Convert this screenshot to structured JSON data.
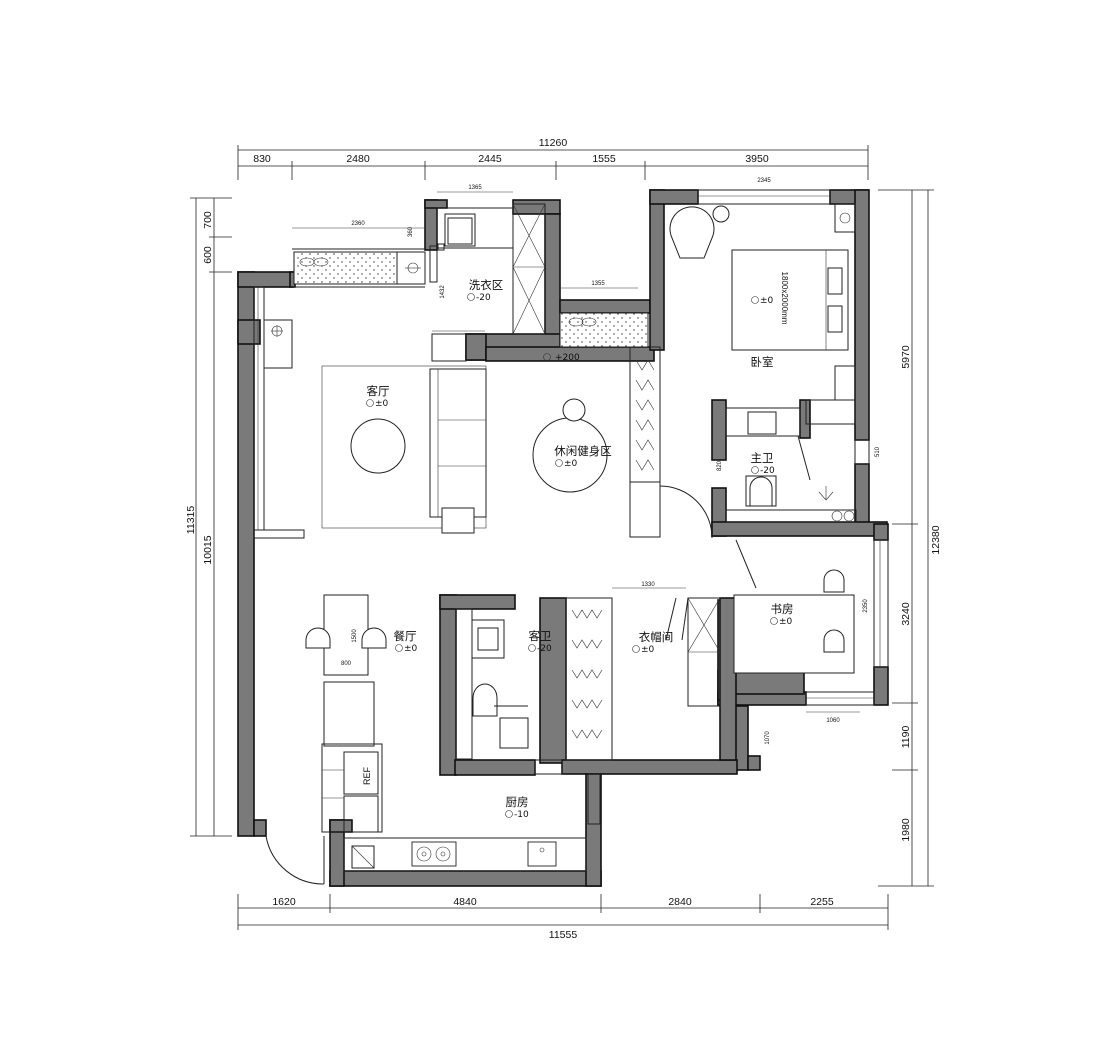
{
  "rooms": [
    {
      "name": "客厅",
      "level": "±0"
    },
    {
      "name": "休闲健身区",
      "level": "±0"
    },
    {
      "name": "洗衣区",
      "level": "-20"
    },
    {
      "name": "卧室",
      "level": "±0"
    },
    {
      "name": "主卫",
      "level": "-20"
    },
    {
      "name": "书房",
      "level": "±0"
    },
    {
      "name": "衣帽间",
      "level": "±0"
    },
    {
      "name": "客卫",
      "level": "-20"
    },
    {
      "name": "餐厅",
      "level": "±0"
    },
    {
      "name": "厨房",
      "level": "-10"
    }
  ],
  "bedroom_level": "±0",
  "corridor_level": "+200",
  "bed_label": "1800x2000mm",
  "fridge_label": "REF",
  "dims": {
    "top_total": "11260",
    "top": [
      "830",
      "2480",
      "2445",
      "1555",
      "3950"
    ],
    "bottom": [
      "1620",
      "4840",
      "2840",
      "2255"
    ],
    "bottom_total": "11555",
    "left_outer": "11315",
    "left_inner": [
      "700",
      "600",
      "10015"
    ],
    "right_total": "12380",
    "right": [
      "5970",
      "3240",
      "1190",
      "1980"
    ],
    "small": {
      "laundry_width": "1365",
      "balcony_width": "2360",
      "balcony_depth": "360",
      "laundry_depth": "1432",
      "corridor_opening": "1355",
      "bedroom_window": "2345",
      "master_bath": "510",
      "master_bath_depth": "820",
      "closet_width": "1330",
      "study_window": "2350",
      "study_bottom": "1060",
      "study_side": "1070",
      "table_depth": "1500",
      "table_width": "800"
    }
  }
}
